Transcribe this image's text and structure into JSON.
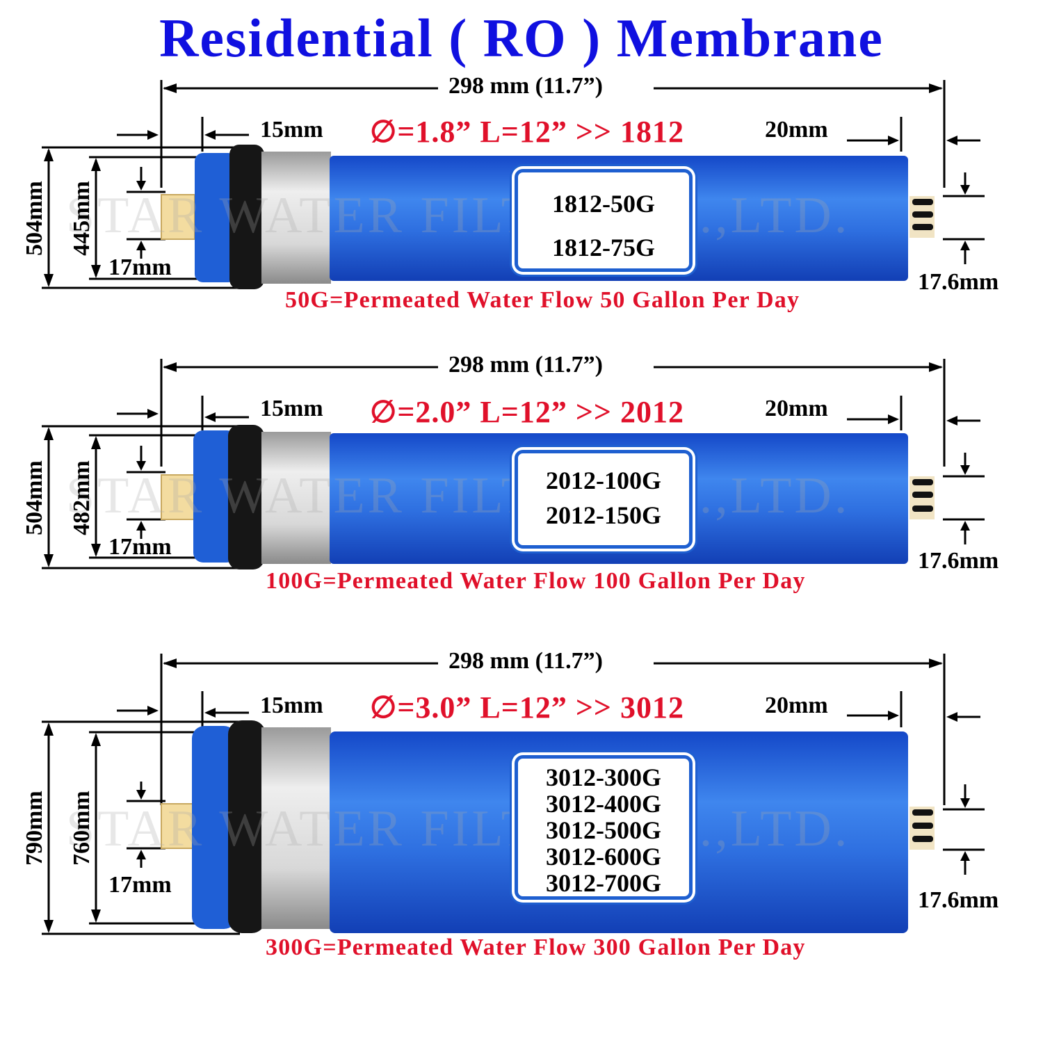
{
  "title": "Residential ( RO ) Membrane",
  "watermark": "STAR WATER FILTER CO.,LTD.",
  "colors": {
    "title": "#1010e0",
    "spec": "#e0102a",
    "membrane": "#1f5fd6",
    "label_border": "#1e5fd0"
  },
  "panels": [
    {
      "total_length": "298 mm (11.7”)",
      "left_end": "15mm",
      "right_end": "20mm",
      "spec": "∅=1.8” L=12” >> 1812",
      "outer_height": "504mm",
      "inner_height": "445mm",
      "left_port": "17mm",
      "right_port": "17.6mm",
      "models": [
        "1812-50G",
        "1812-75G"
      ],
      "flow_note": "50G=Permeated Water Flow 50 Gallon Per Day"
    },
    {
      "total_length": "298 mm (11.7”)",
      "left_end": "15mm",
      "right_end": "20mm",
      "spec": "∅=2.0” L=12” >> 2012",
      "outer_height": "504mm",
      "inner_height": "482mm",
      "left_port": "17mm",
      "right_port": "17.6mm",
      "models": [
        "2012-100G",
        "2012-150G"
      ],
      "flow_note": "100G=Permeated Water Flow 100 Gallon Per Day"
    },
    {
      "total_length": "298 mm (11.7”)",
      "left_end": "15mm",
      "right_end": "20mm",
      "spec": "∅=3.0” L=12” >> 3012",
      "outer_height": "790mm",
      "inner_height": "760mm",
      "left_port": "17mm",
      "right_port": "17.6mm",
      "models": [
        "3012-300G",
        "3012-400G",
        "3012-500G",
        "3012-600G",
        "3012-700G"
      ],
      "flow_note": "300G=Permeated Water Flow 300 Gallon Per Day"
    }
  ]
}
